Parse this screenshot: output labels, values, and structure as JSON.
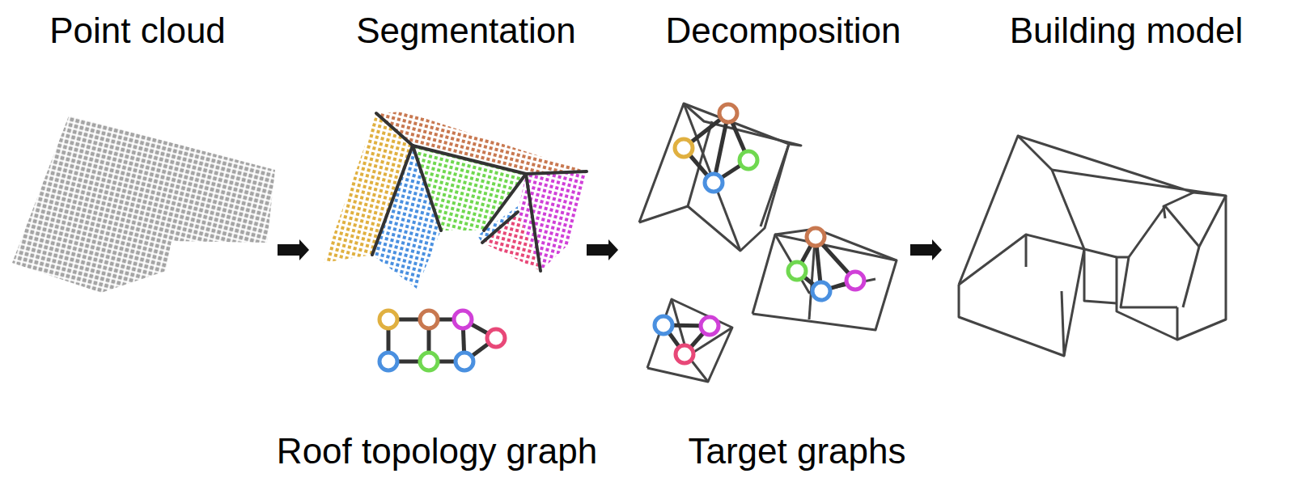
{
  "diagram": {
    "labels": [
      "Point cloud",
      "Segmentation",
      "Decomposition",
      "Building model",
      "Roof topology graph",
      "Target graphs"
    ]
  }
}
